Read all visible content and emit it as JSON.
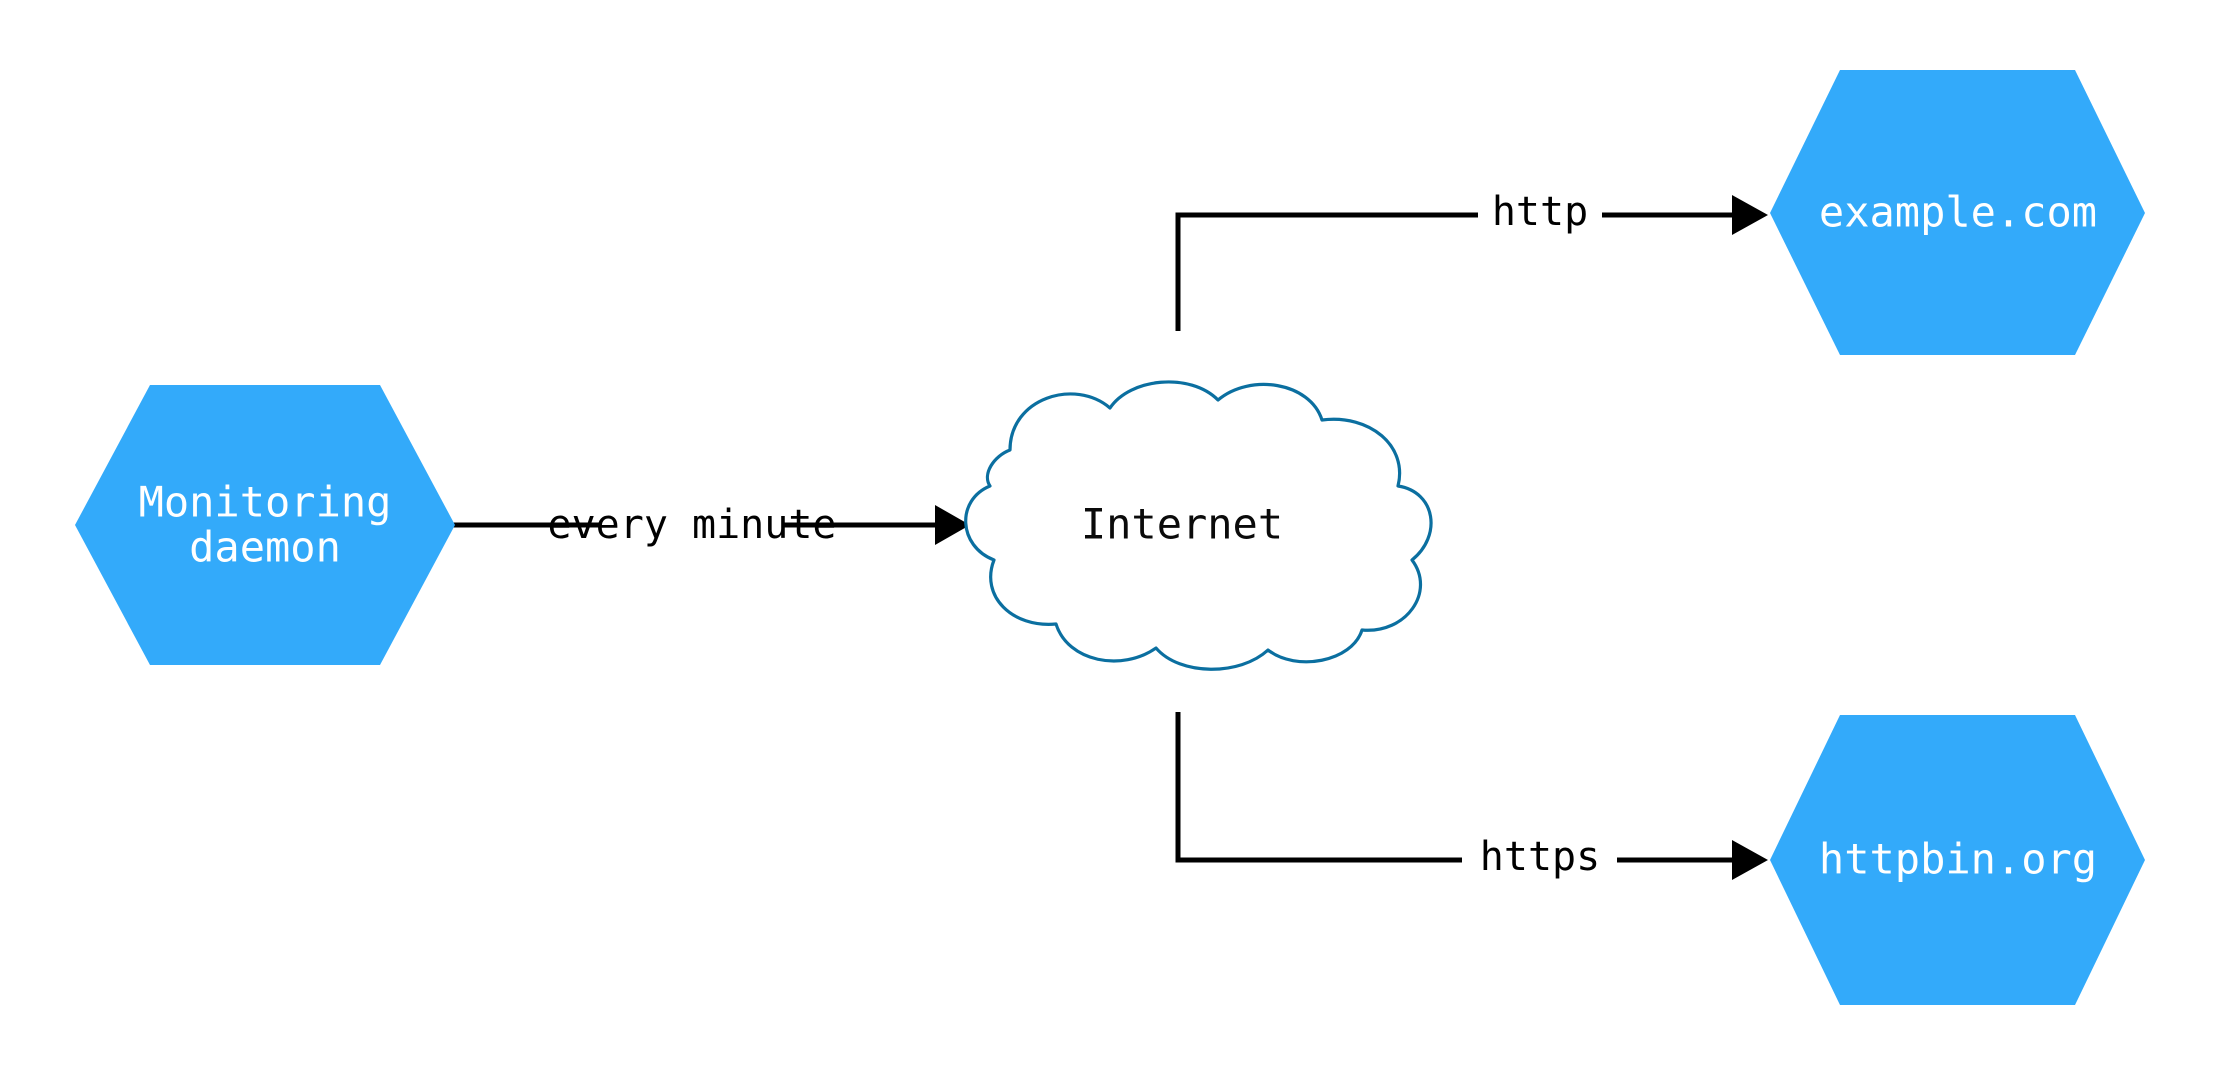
{
  "diagram": {
    "type": "network-flow-diagram",
    "background_color": "#ffffff",
    "palette": {
      "node_fill": "#33aafa",
      "node_text": "#ffffff",
      "cloud_fill": "#ffffff",
      "cloud_stroke": "#0b6fa0",
      "cloud_text": "#0a0a0a",
      "edge_color": "#000000",
      "edge_label_color": "#000000"
    },
    "nodes": [
      {
        "id": "monitoring-daemon",
        "shape": "hexagon",
        "label_line1": "Monitoring",
        "label_line2": "daemon",
        "fill": "#33aafa",
        "text_color": "#ffffff"
      },
      {
        "id": "internet",
        "shape": "cloud",
        "label": "Internet",
        "fill": "#ffffff",
        "stroke": "#0b6fa0",
        "text_color": "#0a0a0a"
      },
      {
        "id": "example-com",
        "shape": "hexagon",
        "label": "example.com",
        "fill": "#33aafa",
        "text_color": "#ffffff"
      },
      {
        "id": "httpbin-org",
        "shape": "hexagon",
        "label": "httpbin.org",
        "fill": "#33aafa",
        "text_color": "#ffffff"
      }
    ],
    "edges": [
      {
        "id": "daemon-to-internet",
        "from": "monitoring-daemon",
        "to": "internet",
        "label": "every minute",
        "arrow": "end"
      },
      {
        "id": "internet-to-example",
        "from": "internet",
        "to": "example-com",
        "label": "http",
        "arrow": "end"
      },
      {
        "id": "internet-to-httpbin",
        "from": "internet",
        "to": "httpbin-org",
        "label": "https",
        "arrow": "end"
      }
    ]
  }
}
